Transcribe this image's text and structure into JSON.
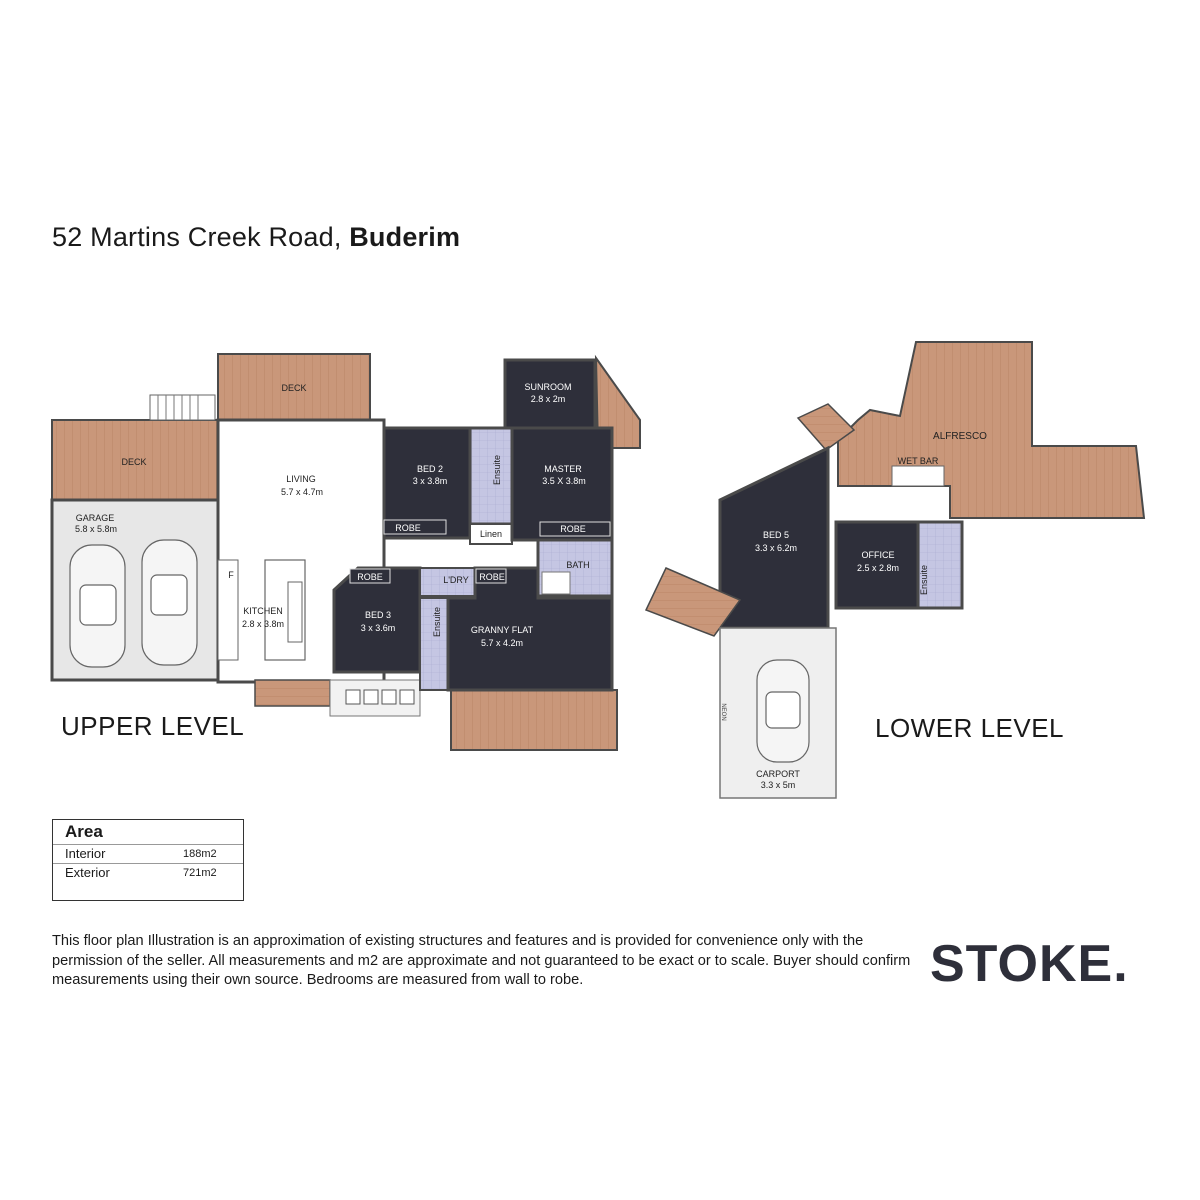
{
  "title": {
    "address": "52 Martins Creek Road, ",
    "suburb": "Buderim"
  },
  "levels": {
    "upper": "UPPER LEVEL",
    "lower": "LOWER LEVEL"
  },
  "rooms": {
    "deck_top": "DECK",
    "deck_left": "DECK",
    "garage": "GARAGE",
    "garage_dim": "5.8 x 5.8m",
    "living": "LIVING",
    "living_dim": "5.7 x 4.7m",
    "kitchen": "KITCHEN",
    "kitchen_dim": "2.8 x 3.8m",
    "fridge": "F",
    "bed2": "BED 2",
    "bed2_dim": "3 x 3.8m",
    "robe_bed2": "ROBE",
    "ensuite_master": "Ensuite",
    "linen": "Linen",
    "sunroom": "SUNROOM",
    "sunroom_dim": "2.8 x 2m",
    "master": "MASTER",
    "master_dim": "3.5 X 3.8m",
    "robe_master": "ROBE",
    "bath": "BATH",
    "robe_bed3": "ROBE",
    "bed3": "BED 3",
    "bed3_dim": "3 x 3.6m",
    "ldry": "L'DRY",
    "robe_granny": "ROBE",
    "ensuite_granny": "Ensuite",
    "granny": "GRANNY FLAT",
    "granny_dim": "5.7 x 4.2m",
    "alfresco": "ALFRESCO",
    "wetbar": "WET BAR",
    "bed5": "BED 5",
    "bed5_dim": "3.3 x 6.2m",
    "office": "OFFICE",
    "office_dim": "2.5 x 2.8m",
    "ensuite_lower": "Ensuite",
    "carport": "CARPORT",
    "carport_dim": "3.3 x 5m",
    "carport_side": "NEON"
  },
  "area": {
    "heading": "Area",
    "rows": [
      {
        "label": "Interior",
        "value": "188m2"
      },
      {
        "label": "Exterior",
        "value": "721m2"
      }
    ]
  },
  "disclaimer": "This floor plan Illustration is an approximation of existing structures and features and is provided for convenience only with the permission of the seller. All measurements and m2 are approximate and not guaranteed to be exact or to scale. Buyer should confirm measurements using their own source. Bedrooms are measured from wall to robe.",
  "brand": "STOKE.",
  "colors": {
    "deck": "#c9977a",
    "room": "#2e2f3a",
    "wet": "#c5c6e3",
    "floor": "#ffffff",
    "garage": "#e7e7e7",
    "wall": "#4a4a4a"
  }
}
